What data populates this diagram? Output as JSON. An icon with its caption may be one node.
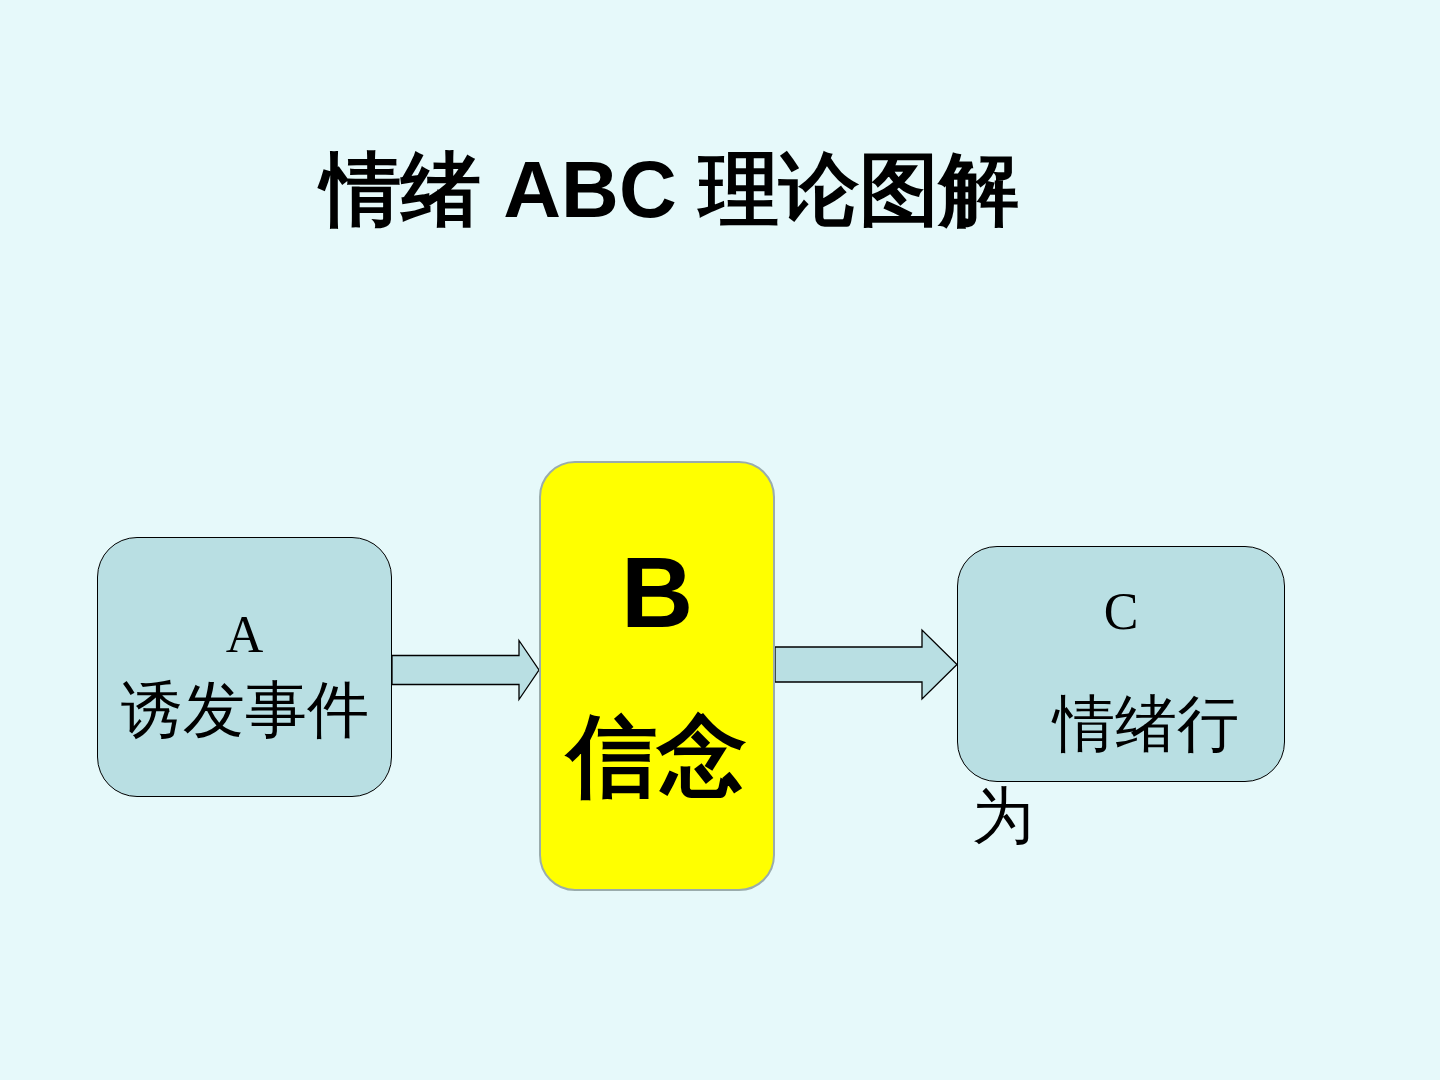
{
  "diagram": {
    "title": "情绪 ABC 理论图解",
    "nodes": [
      {
        "text": [
          "A",
          "诱发事件"
        ]
      },
      {
        "text": [
          "B",
          "信念"
        ]
      },
      {
        "text": [
          "C",
          "情绪行为"
        ]
      }
    ],
    "edges": [
      {
        "from": 0,
        "to": 1,
        "arrow": "to"
      },
      {
        "from": 1,
        "to": 2,
        "arrow": "to"
      }
    ]
  }
}
